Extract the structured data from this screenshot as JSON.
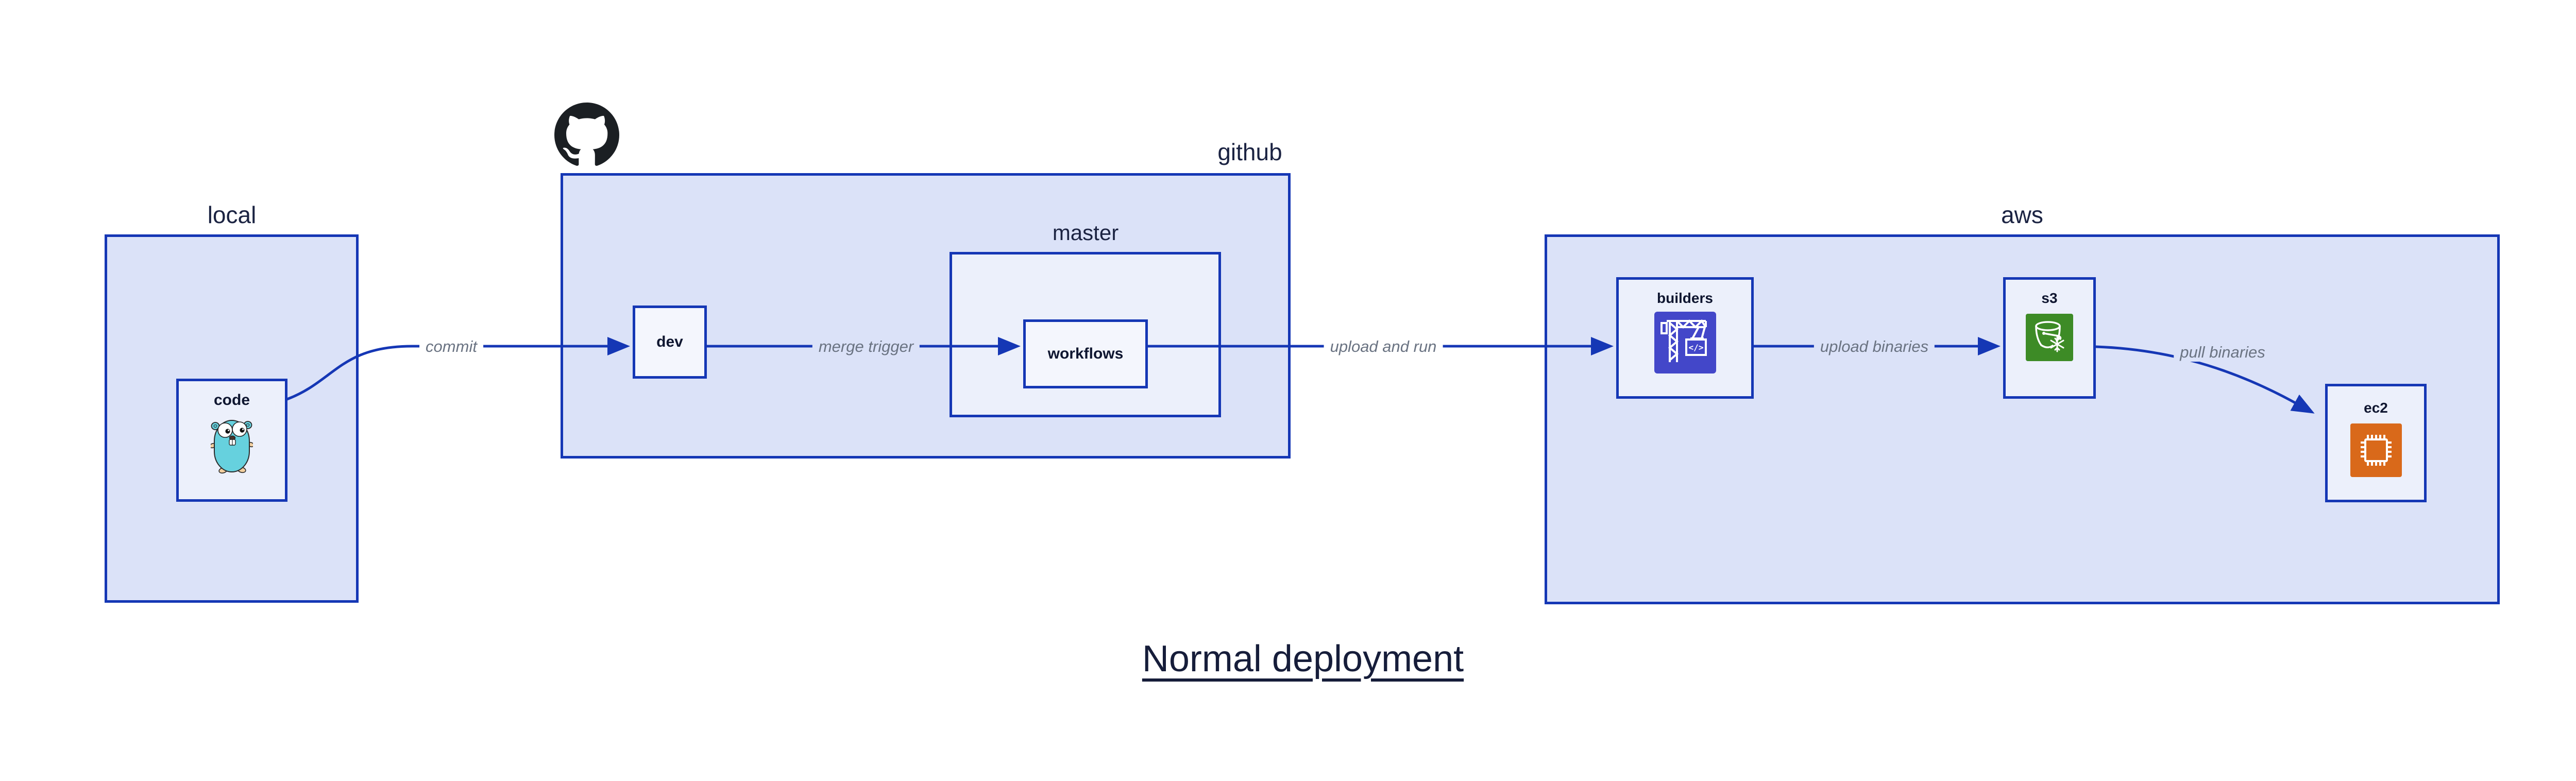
{
  "title": "Normal deployment",
  "containers": {
    "local": {
      "label": "local"
    },
    "github": {
      "label": "github"
    },
    "master": {
      "label": "master"
    },
    "aws": {
      "label": "aws"
    }
  },
  "nodes": {
    "code": {
      "label": "code",
      "icon": "go-gopher-icon"
    },
    "dev": {
      "label": "dev"
    },
    "workflows": {
      "label": "workflows"
    },
    "builders": {
      "label": "builders",
      "icon": "codebuild-crane-icon",
      "icon_glyph": "</>"
    },
    "s3": {
      "label": "s3",
      "icon": "s3-glacier-bucket-icon"
    },
    "ec2": {
      "label": "ec2",
      "icon": "ec2-chip-icon"
    }
  },
  "edges": {
    "commit": {
      "label": "commit",
      "from": "code",
      "to": "dev"
    },
    "merge_trigger": {
      "label": "merge trigger",
      "from": "dev",
      "to": "workflows"
    },
    "upload_and_run": {
      "label": "upload and run",
      "from": "workflows",
      "to": "builders"
    },
    "upload_binaries": {
      "label": "upload binaries",
      "from": "builders",
      "to": "s3"
    },
    "pull_binaries": {
      "label": "pull binaries",
      "from": "s3",
      "to": "ec2"
    }
  },
  "colors": {
    "accent_blue": "#1537b5",
    "container_fill": "#dbe2f8",
    "inner_fill": "#ecf0fb",
    "node_fill": "#f4f6fd",
    "label_navy": "#161d3a",
    "edge_label_gray": "#6a7382",
    "codebuild_indigo": "#4347c9",
    "s3_green": "#3d8b26",
    "ec2_orange": "#d9691a",
    "github_black": "#1b1f23",
    "gopher_teal": "#66d1de"
  }
}
